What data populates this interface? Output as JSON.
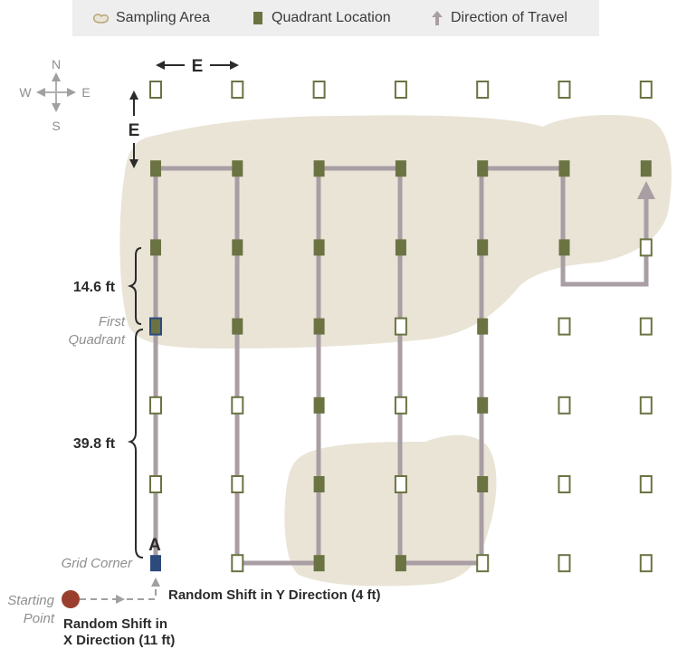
{
  "legend": {
    "sampling_area": "Sampling Area",
    "quadrant_location": "Quadrant Location",
    "direction_of_travel": "Direction of Travel"
  },
  "compass": {
    "north": "N",
    "south": "S",
    "west": "W",
    "east": "E"
  },
  "axis_labels": {
    "east_horizontal": "E",
    "east_vertical": "E"
  },
  "labels": {
    "spacing_y": "14.6 ft",
    "offset_y": "39.8 ft",
    "first_quadrant_line1": "First",
    "first_quadrant_line2": "Quadrant",
    "corner_marker": "A",
    "grid_corner": "Grid Corner",
    "starting_point_line1": "Starting",
    "starting_point_line2": "Point",
    "shift_y": "Random Shift in Y Direction (4 ft)",
    "shift_x_line1": "Random Shift in",
    "shift_x_line2": "X Direction (11 ft)"
  },
  "colors": {
    "sampling_area": "#e9e4d6",
    "quadrant_filled": "#6b7343",
    "quadrant_outline": "#6b7343",
    "path": "#a99ea4",
    "grid_corner": "#2c4a7c",
    "starting_point": "#9a3f2e",
    "legend_bg": "#eeeeee"
  },
  "grid": {
    "columns": 7,
    "rows": 7,
    "cells": [
      [
        "empty",
        "empty",
        "empty",
        "empty",
        "empty",
        "empty",
        "empty"
      ],
      [
        "filled",
        "filled",
        "filled",
        "filled",
        "filled",
        "filled",
        "filled"
      ],
      [
        "filled",
        "filled",
        "filled",
        "filled",
        "filled",
        "filled",
        "empty"
      ],
      [
        "first",
        "filled",
        "filled",
        "empty",
        "filled",
        "empty",
        "empty"
      ],
      [
        "empty",
        "empty",
        "filled",
        "empty",
        "filled",
        "empty",
        "empty"
      ],
      [
        "empty",
        "empty",
        "filled",
        "empty",
        "filled",
        "empty",
        "empty"
      ],
      [
        "corner",
        "empty",
        "filled",
        "filled",
        "empty",
        "empty",
        "empty"
      ]
    ]
  }
}
